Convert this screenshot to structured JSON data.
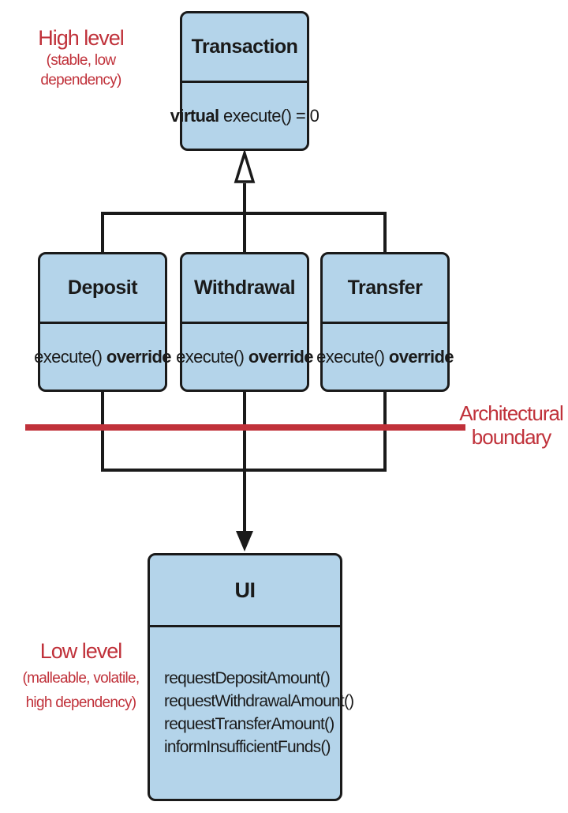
{
  "labels": {
    "high": {
      "title": "High level",
      "line1": "(stable, low",
      "line2": "dependency)"
    },
    "low": {
      "title": "Low level",
      "line1": "(malleable, volatile,",
      "line2": "high dependency)"
    },
    "boundary": {
      "line1": "Architectural",
      "line2": "boundary"
    }
  },
  "classes": {
    "transaction": {
      "name": "Transaction",
      "keyword": "virtual",
      "method": " execute() = 0"
    },
    "deposit": {
      "name": "Deposit",
      "method": "execute() ",
      "keyword": "override"
    },
    "withdrawal": {
      "name": "Withdrawal",
      "method": "execute() ",
      "keyword": "override"
    },
    "transfer": {
      "name": "Transfer",
      "method": "execute() ",
      "keyword": "override"
    },
    "ui": {
      "name": "UI",
      "methods": [
        "requestDepositAmount()",
        "requestWithdrawalAmount()",
        "requestTransferAmount()",
        "informInsufficientFunds()"
      ]
    }
  },
  "colors": {
    "box_fill": "#b4d4ea",
    "stroke": "#1a1a1a",
    "accent_red": "#c0313a"
  }
}
